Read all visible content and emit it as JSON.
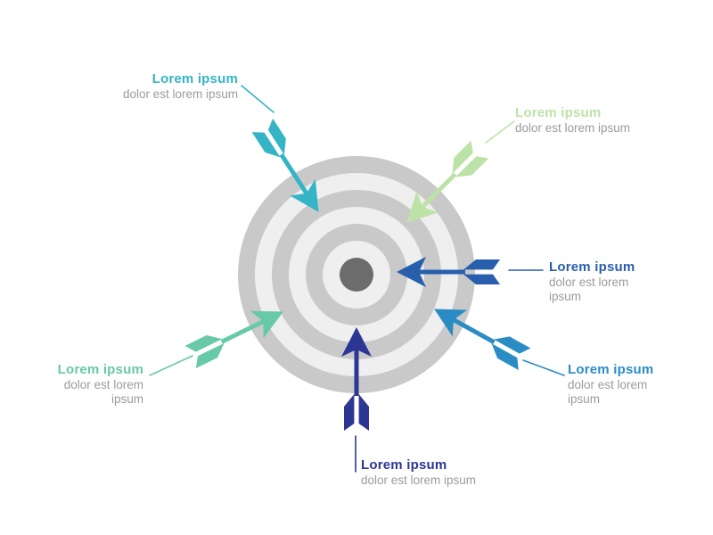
{
  "background": "#FFFFFF",
  "subtitle_color": "#9B9B9B",
  "diagram": {
    "type": "target-with-arrows",
    "target": {
      "rings": 7,
      "ring_gray": "#C9C9C9",
      "ring_light": "#EFEFEF",
      "bullseye": "#6C6C6C"
    }
  },
  "labels": [
    {
      "id": "top-left",
      "title": "Lorem ipsum",
      "subtitle": "dolor est lorem ipsum",
      "color": "#35B4C6"
    },
    {
      "id": "top-right",
      "title": "Lorem ipsum",
      "subtitle": "dolor est lorem ipsum",
      "color": "#BDE2A8"
    },
    {
      "id": "right",
      "title": "Lorem ipsum",
      "subtitle": "dolor est lorem ipsum",
      "color": "#275FAC"
    },
    {
      "id": "bottom-right",
      "title": "Lorem ipsum",
      "subtitle": "dolor est lorem ipsum",
      "color": "#2B8CC4"
    },
    {
      "id": "bottom-left",
      "title": "Lorem ipsum",
      "subtitle": "dolor est lorem ipsum",
      "color": "#67C9A7"
    },
    {
      "id": "bottom",
      "title": "Lorem ipsum",
      "subtitle": "dolor est lorem ipsum",
      "color": "#2C3793"
    }
  ]
}
